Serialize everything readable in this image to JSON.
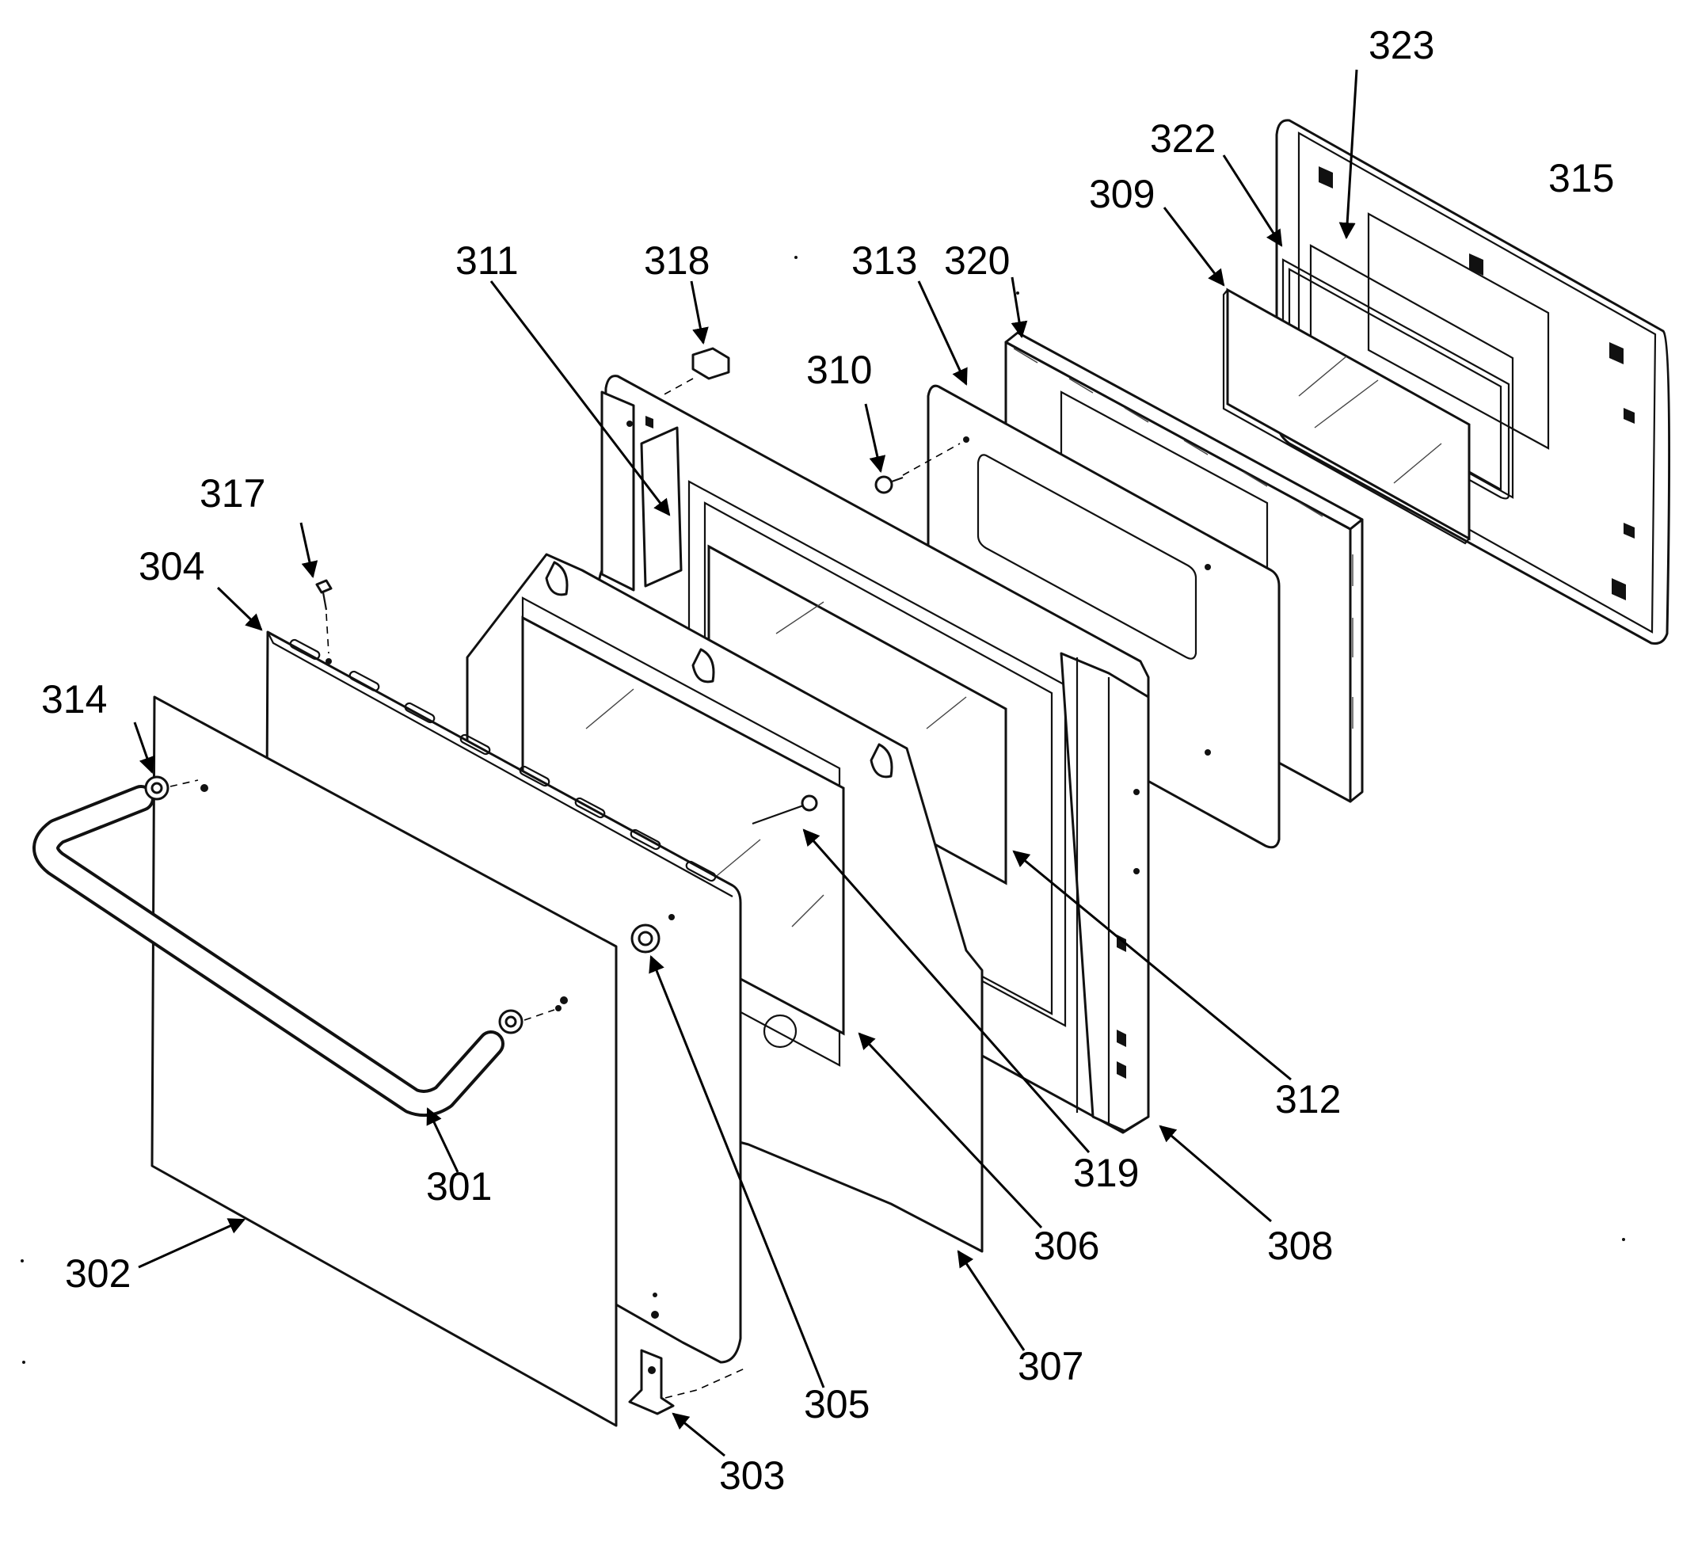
{
  "callouts": [
    {
      "id": "301",
      "label": "301"
    },
    {
      "id": "302",
      "label": "302"
    },
    {
      "id": "303",
      "label": "303"
    },
    {
      "id": "304",
      "label": "304"
    },
    {
      "id": "305",
      "label": "305"
    },
    {
      "id": "306",
      "label": "306"
    },
    {
      "id": "307",
      "label": "307"
    },
    {
      "id": "308",
      "label": "308"
    },
    {
      "id": "309",
      "label": "309"
    },
    {
      "id": "310",
      "label": "310"
    },
    {
      "id": "311",
      "label": "311"
    },
    {
      "id": "312",
      "label": "312"
    },
    {
      "id": "313",
      "label": "313"
    },
    {
      "id": "314",
      "label": "314"
    },
    {
      "id": "315",
      "label": "315"
    },
    {
      "id": "317",
      "label": "317"
    },
    {
      "id": "318",
      "label": "318"
    },
    {
      "id": "319",
      "label": "319"
    },
    {
      "id": "320",
      "label": "320"
    },
    {
      "id": "322",
      "label": "322"
    },
    {
      "id": "323",
      "label": "323"
    }
  ],
  "colors": {
    "ink": "#111111",
    "background": "#ffffff"
  }
}
